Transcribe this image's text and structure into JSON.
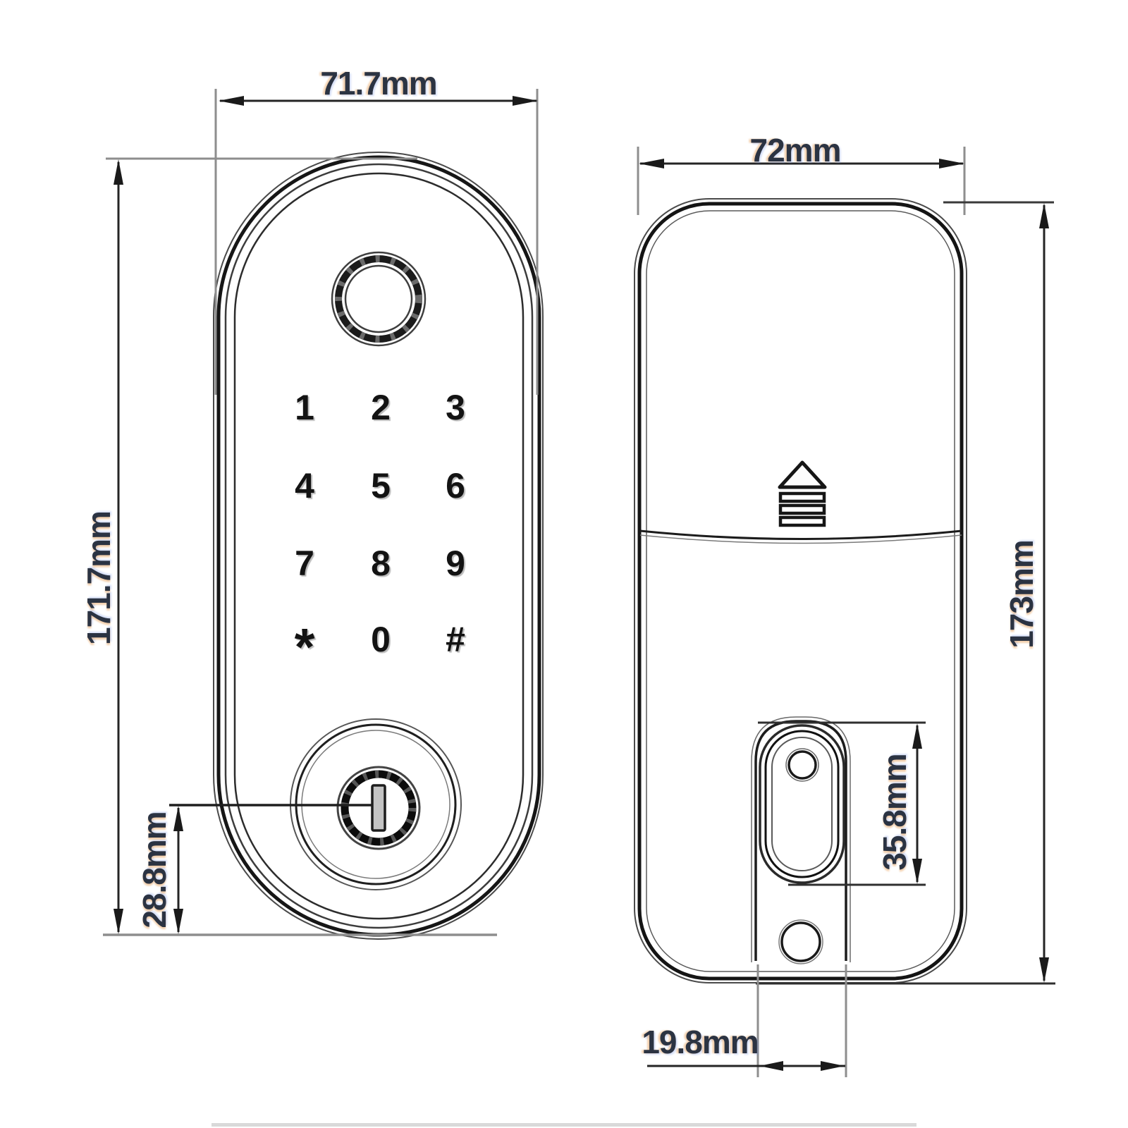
{
  "drawing": {
    "title": "smart-lock-dimension-drawing"
  },
  "front_view": {
    "width_label": "71.7mm",
    "height_label": "171.7mm",
    "keyhole_offset_label": "28.8mm",
    "keypad_keys": [
      {
        "label": "1"
      },
      {
        "label": "2"
      },
      {
        "label": "3"
      },
      {
        "label": "4"
      },
      {
        "label": "5"
      },
      {
        "label": "6"
      },
      {
        "label": "7"
      },
      {
        "label": "8"
      },
      {
        "label": "9"
      },
      {
        "label": "*"
      },
      {
        "label": "0"
      },
      {
        "label": "#"
      }
    ]
  },
  "back_view": {
    "width_label": "72mm",
    "height_label": "173mm",
    "cutout_height_label": "35.8mm",
    "cutout_width_label": "19.8mm"
  },
  "colors": {
    "line_dark": "#1a1a1a",
    "line_echo": "#5a5a5a",
    "extension_gray": "#8e8e8e",
    "label_ink": "#2b3342",
    "slot_fill": "#c4c4c4"
  }
}
